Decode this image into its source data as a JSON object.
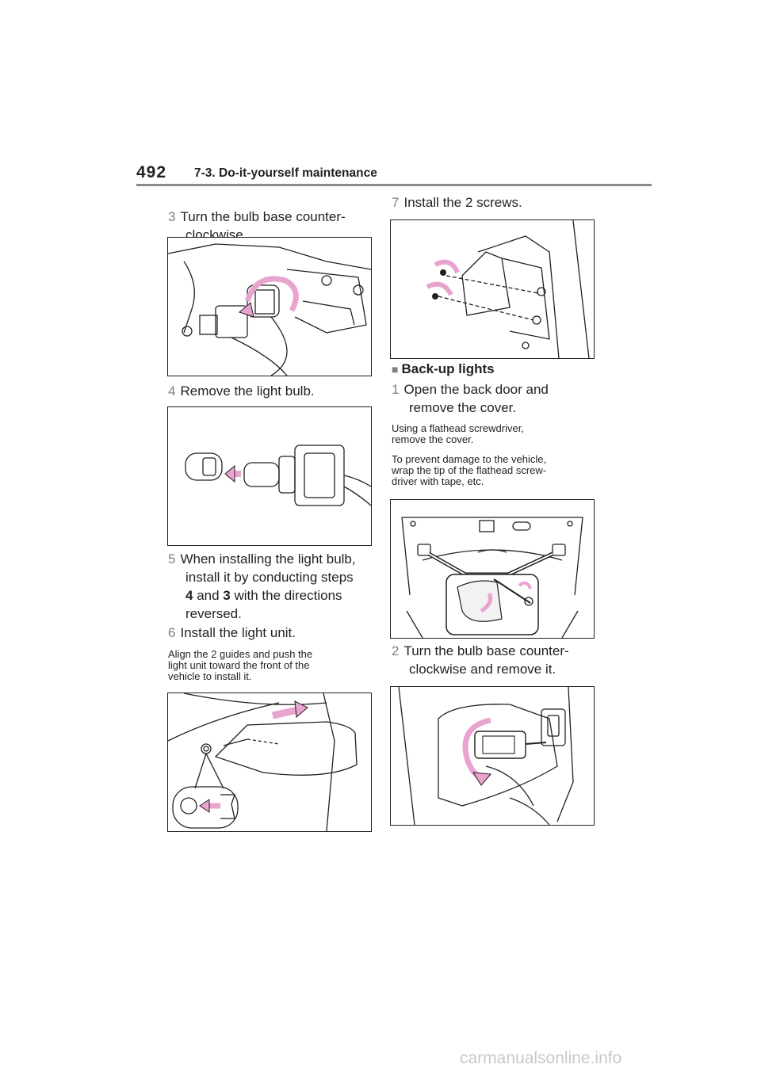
{
  "header": {
    "page_number": "492",
    "section": "7-3. Do-it-yourself maintenance"
  },
  "left": {
    "step3": {
      "num": "3",
      "line1": "Turn the bulb base counter-",
      "line2": "clockwise."
    },
    "step4": {
      "num": "4",
      "text": "Remove the light bulb."
    },
    "step5": {
      "num": "5",
      "line1": "When installing the light bulb,",
      "line2": "install it by conducting steps",
      "k1": "4",
      "and": " and ",
      "k2": "3",
      "tail": " with the directions",
      "line4": "reversed."
    },
    "step6": {
      "num": "6",
      "text": "Install the light unit."
    },
    "note6": {
      "line1": "Align the 2 guides and push the",
      "line2": "light unit toward the front of the",
      "line3": "vehicle to install it."
    }
  },
  "right": {
    "step7": {
      "num": "7",
      "text": "Install the 2 screws."
    },
    "heading": "Back-up lights",
    "step1": {
      "num": "1",
      "line1": "Open the back door and",
      "line2": "remove the cover."
    },
    "note1a": {
      "line1": "Using a flathead screwdriver,",
      "line2": "remove the cover."
    },
    "note1b": {
      "line1": "To prevent damage to the vehicle,",
      "line2": "wrap the tip of the flathead screw-",
      "line3": "driver with tape, etc."
    },
    "step2": {
      "num": "2",
      "line1": "Turn the bulb base counter-",
      "line2": "clockwise and remove it."
    }
  },
  "watermark": "carmanualsonline.info",
  "colors": {
    "arrow": "#e9a3cf",
    "rule": "#8a8a8a",
    "step_number": "#808080"
  }
}
